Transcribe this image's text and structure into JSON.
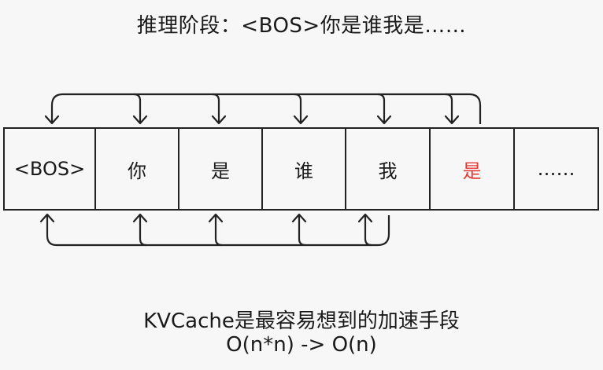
{
  "title": "推理阶段：<BOS>你是谁我是……",
  "tokens": [
    {
      "text": "<BOS>",
      "highlight": false
    },
    {
      "text": "你",
      "highlight": false
    },
    {
      "text": "是",
      "highlight": false
    },
    {
      "text": "谁",
      "highlight": false
    },
    {
      "text": "我",
      "highlight": false
    },
    {
      "text": "是",
      "highlight": true
    },
    {
      "text": "……",
      "highlight": false
    }
  ],
  "caption": {
    "line1": "KVCache是最容易想到的加速手段",
    "line2": "O(n*n) -> O(n)"
  },
  "colors": {
    "highlight": "#e53935",
    "stroke": "#222222"
  }
}
